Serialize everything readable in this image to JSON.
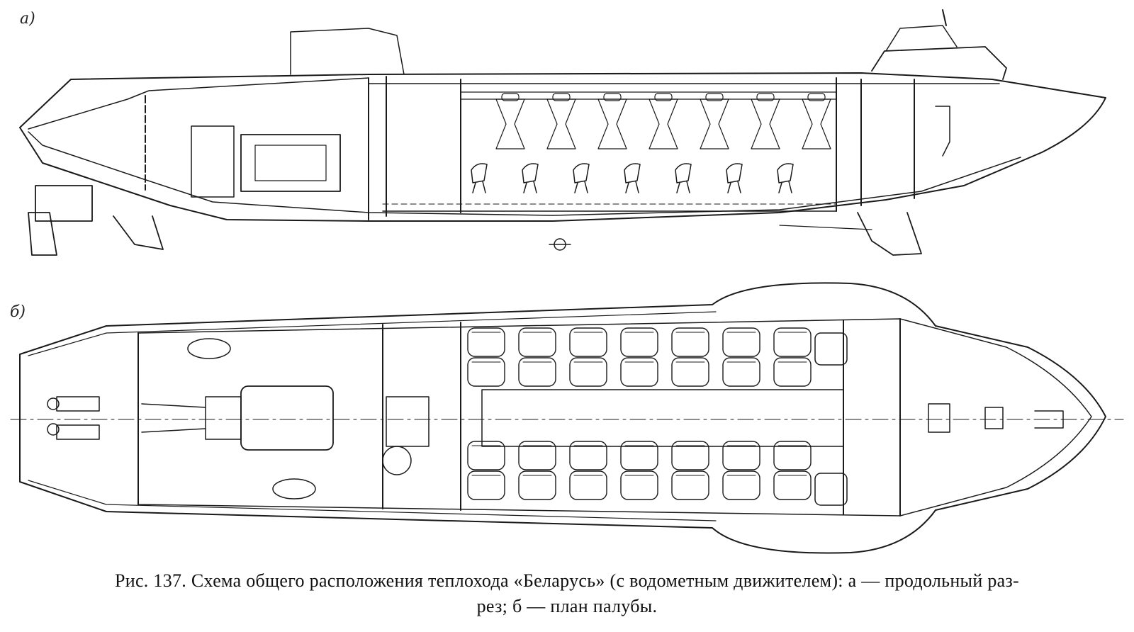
{
  "panel_a_label": "а)",
  "panel_b_label": "б)",
  "caption": {
    "line1": "Рис. 137. Схема общего расположения теплохода «Беларусь» (с водометным движителем): а — продольный раз-",
    "line2": "рез; б — план палубы."
  },
  "colors": {
    "ink": "#1a1a1a",
    "background": "#ffffff"
  }
}
